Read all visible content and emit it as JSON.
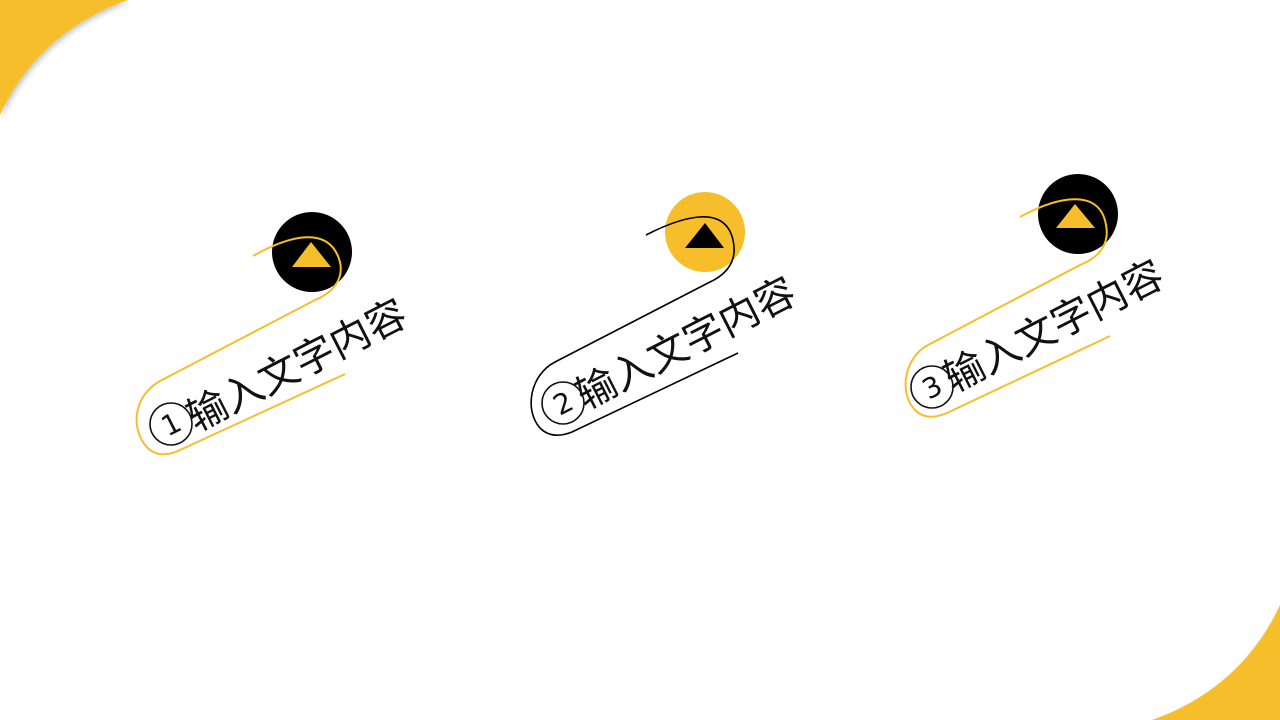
{
  "slide": {
    "background": "#ffffff",
    "accent": "#F6BE2A",
    "dark": "#000000",
    "items": [
      {
        "number": "1",
        "label": "输入文字内容",
        "circle_color": "#000000",
        "triangle_color": "#F6BE2A",
        "outline_color": "#F6BE2A",
        "icon": "triangle-up-icon"
      },
      {
        "number": "2",
        "label": "输入文字内容",
        "circle_color": "#F6BE2A",
        "triangle_color": "#000000",
        "outline_color": "#000000",
        "icon": "triangle-up-icon"
      },
      {
        "number": "3",
        "label": "输入文字内容",
        "circle_color": "#000000",
        "triangle_color": "#F6BE2A",
        "outline_color": "#F6BE2A",
        "icon": "triangle-up-icon"
      }
    ]
  }
}
